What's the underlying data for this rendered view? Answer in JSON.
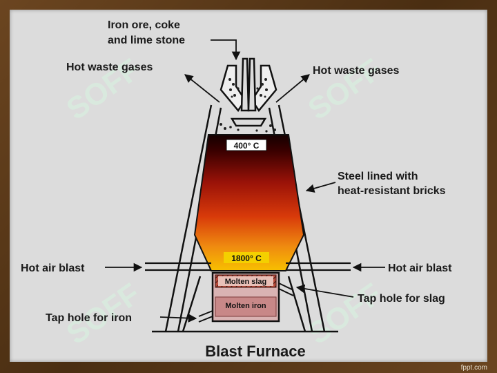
{
  "diagram": {
    "title": "Blast Furnace",
    "labels": {
      "input_line1": "Iron ore, coke",
      "input_line2": "and lime stone",
      "waste_left": "Hot waste gases",
      "waste_right": "Hot waste gases",
      "lining_line1": "Steel lined with",
      "lining_line2": "heat-resistant bricks",
      "air_left": "Hot air blast",
      "air_right": "Hot air blast",
      "tap_slag": "Tap hole for slag",
      "tap_iron": "Tap hole for iron",
      "temp_top": "400° C",
      "temp_bottom": "1800° C",
      "molten_slag": "Molten slag",
      "molten_iron": "Molten iron"
    },
    "watermark": "SOFF",
    "footer": "fppt.com"
  },
  "colors": {
    "frame": "#5a3a1a",
    "background": "#dcdcdc",
    "hot_top": "#1a0000",
    "hot_mid": "#c0200a",
    "hot_bottom": "#f5b000",
    "slag": "#c8a0a0",
    "iron": "#c88888",
    "watermark": "#d8f5e0"
  }
}
